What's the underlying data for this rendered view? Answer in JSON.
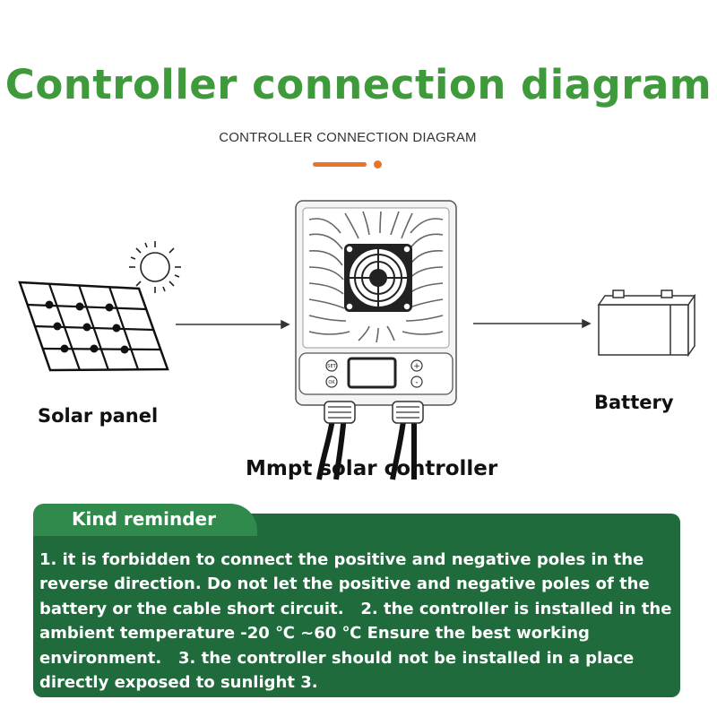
{
  "header": {
    "title": "Controller connection diagram",
    "subtitle": "CONTROLLER CONNECTION DIAGRAM",
    "accent_color": "#e8742c",
    "title_color": "#3f9a3b"
  },
  "diagram": {
    "solar_panel_label": "Solar panel",
    "controller_label": "Mmpt solar controller",
    "battery_label": "Battery",
    "controller_buttons": [
      "SET",
      "OK",
      "+",
      "-"
    ],
    "icons": [
      "sun-icon",
      "solar-panel-icon",
      "controller-icon",
      "fan-icon",
      "battery-icon"
    ]
  },
  "reminder": {
    "title": "Kind reminder",
    "text": "1. it is forbidden to connect the positive and negative poles in the reverse direction. Do not let the positive and negative poles of the battery or the cable short circuit.   2. the controller is installed in the ambient temperature -20 ℃ ~60 ℃ Ensure the best working environment.   3. the controller should not be installed in a place directly exposed to sunlight 3.",
    "panel_color": "#1f6b3b",
    "tab_color": "#2f8a4b"
  }
}
